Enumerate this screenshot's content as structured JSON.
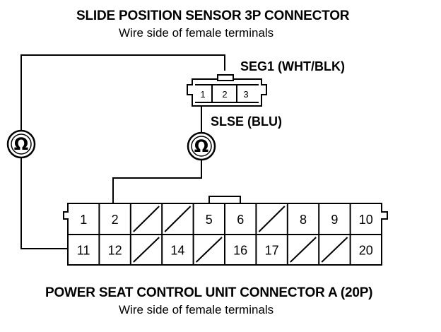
{
  "top_connector": {
    "title": "SLIDE POSITION SENSOR 3P CONNECTOR",
    "subtitle": "Wire side of female terminals",
    "terminals": [
      "1",
      "2",
      "3"
    ],
    "wire_seg1": "SEG1 (WHT/BLK)",
    "wire_slse": "SLSE (BLU)"
  },
  "bottom_connector": {
    "title": "POWER SEAT CONTROL UNIT CONNECTOR A (20P)",
    "subtitle": "Wire side of female terminals",
    "row1": [
      "1",
      "2",
      "",
      "",
      "5",
      "6",
      "",
      "8",
      "9",
      "10"
    ],
    "row2": [
      "11",
      "12",
      "",
      "14",
      "",
      "16",
      "17",
      "",
      "",
      "20"
    ]
  },
  "meters": {
    "left_symbol": "Ω",
    "right_symbol": "Ω"
  }
}
